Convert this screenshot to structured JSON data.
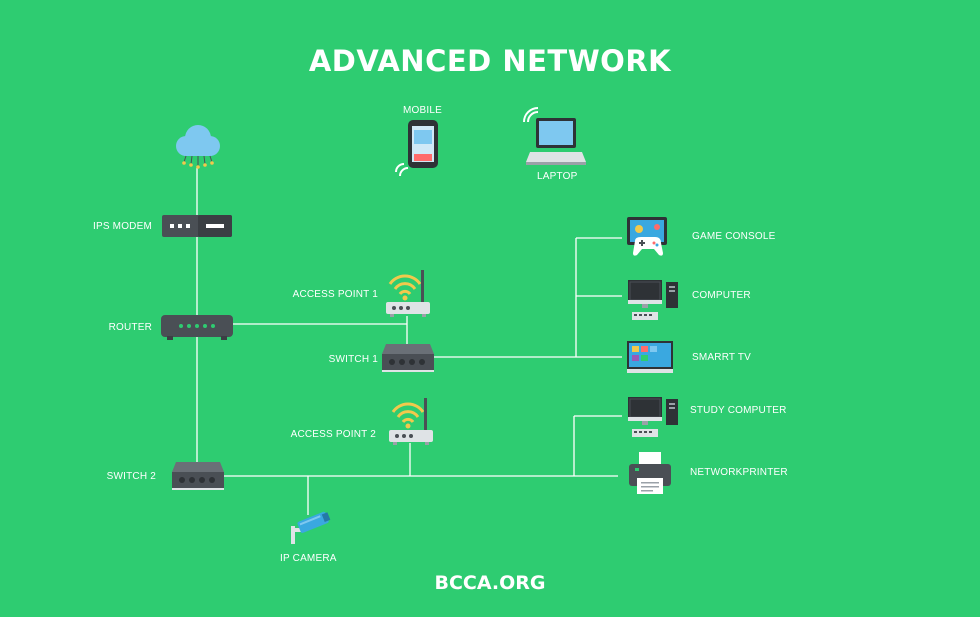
{
  "title": "ADVANCED NETWORK",
  "footer": "BCCA.ORG",
  "nodes": {
    "mobile": "MOBILE",
    "laptop": "LAPTOP",
    "modem": "IPS MODEM",
    "router": "ROUTER",
    "access_point_1": "ACCESS POINT 1",
    "switch_1": "SWITCH 1",
    "access_point_2": "ACCESS POINT 2",
    "switch_2": "SWITCH 2",
    "ip_camera": "IP CAMERA",
    "game_console": "GAME CONSOLE",
    "computer": "COMPUTER",
    "smart_tv": "SMARRT TV",
    "study_computer": "STUDY COMPUTER",
    "network_printer": "NETWORKPRINTER"
  },
  "colors": {
    "background": "#2ecc71",
    "line": "#ffffff",
    "device_dark": "#4a4f55",
    "screen_blue": "#3aa8e0",
    "wifi_yellow": "#f2c94c"
  },
  "icons": {
    "cloud": "cloud-icon",
    "modem": "modem-icon",
    "router": "router-icon",
    "switch": "switch-icon",
    "access_point": "access-point-icon",
    "mobile": "mobile-phone-icon",
    "laptop": "laptop-icon",
    "camera": "ip-camera-icon",
    "game_console": "game-console-icon",
    "computer": "desktop-computer-icon",
    "tv": "smart-tv-icon",
    "printer": "printer-icon"
  }
}
